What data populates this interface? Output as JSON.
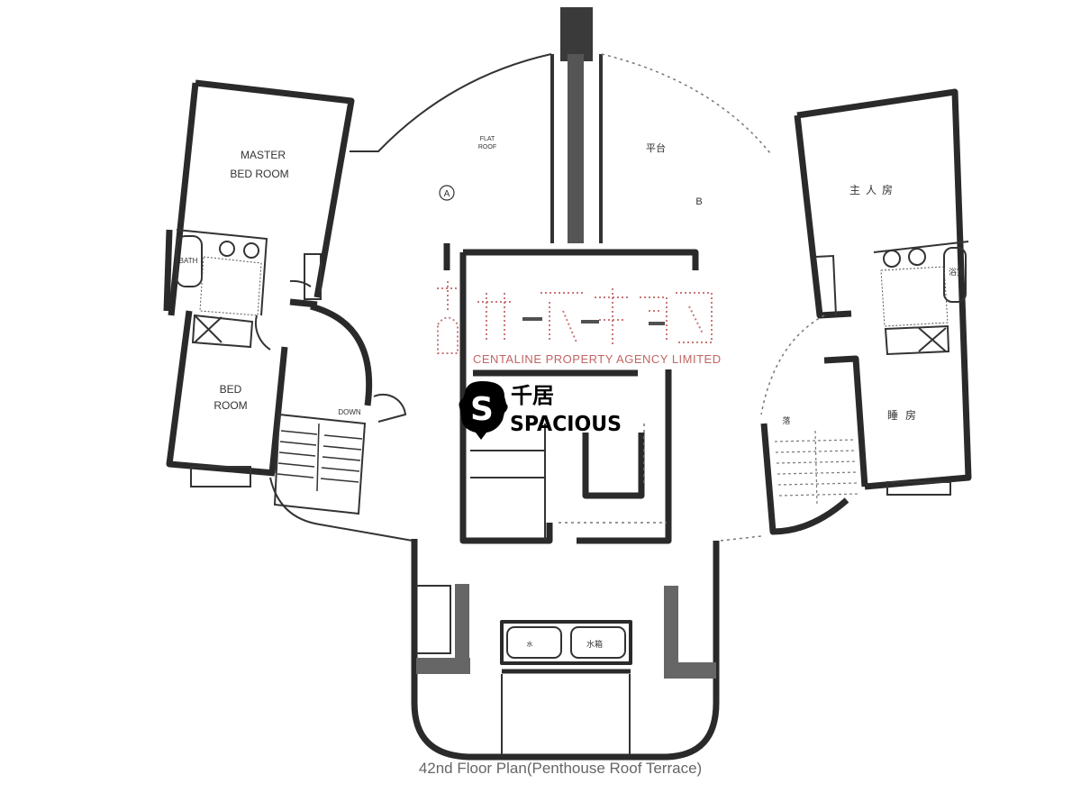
{
  "plan": {
    "caption": "42nd Floor Plan(Penthouse  Roof Terrace)",
    "rooms_en": {
      "master_bedroom_line1": "MASTER",
      "master_bedroom_line2": "BED ROOM",
      "bath": "BATH",
      "bedroom_line1": "BED",
      "bedroom_line2": "ROOM",
      "down": "DOWN",
      "flat_roof_line1": "FLAT",
      "flat_roof_line2": "ROOF"
    },
    "rooms_zh": {
      "master_bedroom": "主人房",
      "bath": "浴室",
      "bedroom": "睡房",
      "flat_roof": "平台",
      "stair": "落",
      "water_tank": "水箱",
      "tank_left": "水"
    },
    "markers": {
      "a": "A",
      "b": "B"
    }
  },
  "watermark": {
    "agency_name": "CENTALINE PROPERTY AGENCY LIMITED",
    "color": "#b84a4a"
  },
  "logo": {
    "letter": "S",
    "chinese": "千居",
    "english": "SPACIOUS"
  }
}
